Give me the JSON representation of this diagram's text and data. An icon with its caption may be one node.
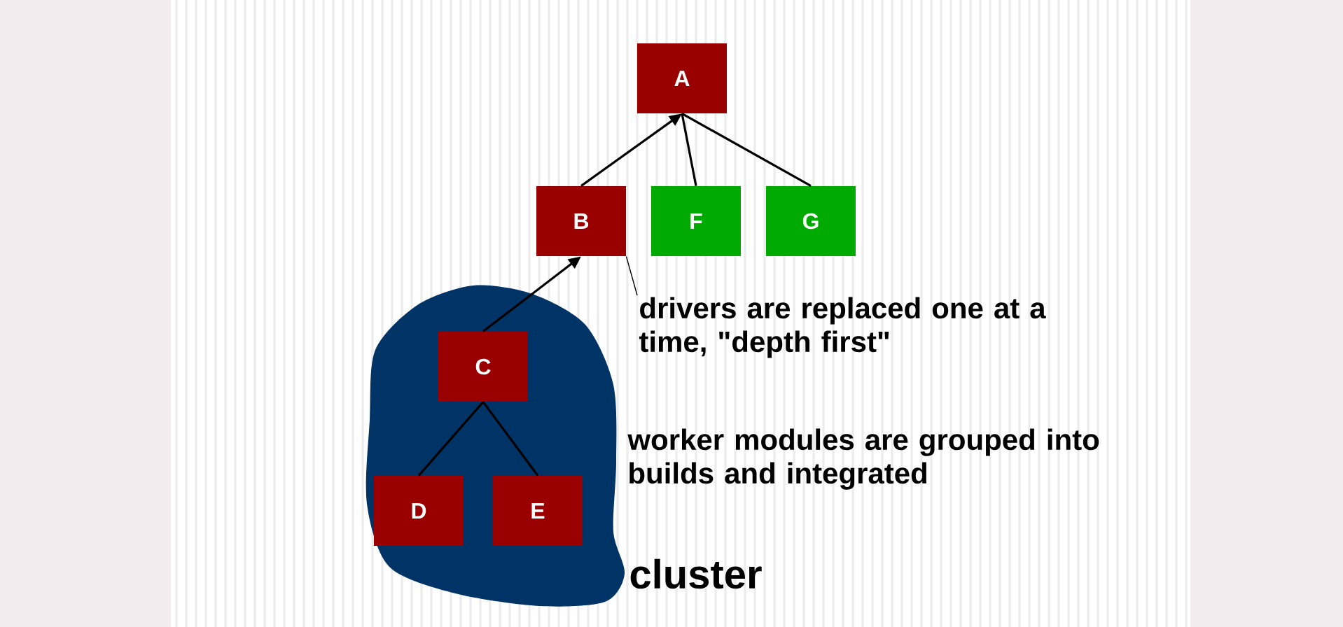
{
  "diagram": {
    "nodes": [
      {
        "text": [
          "A"
        ]
      },
      {
        "text": [
          "B"
        ]
      },
      {
        "text": [
          "F"
        ]
      },
      {
        "text": [
          "G"
        ]
      },
      {
        "text": [
          "cluster"
        ]
      },
      {
        "text": [
          "C"
        ],
        "in": 4
      },
      {
        "text": [
          "D"
        ],
        "in": 4
      },
      {
        "text": [
          "E"
        ],
        "in": 4
      },
      {
        "text": [
          "drivers are replaced one at a time, \"depth first\""
        ]
      }
    ],
    "edges": [
      {
        "from": 1,
        "to": 0,
        "arrow": "to"
      },
      {
        "from": 2,
        "to": 0,
        "arrow": "none"
      },
      {
        "from": 3,
        "to": 0,
        "arrow": "none"
      },
      {
        "from": 5,
        "to": 1,
        "arrow": "to"
      },
      {
        "from": 5,
        "to": 6,
        "arrow": "none"
      },
      {
        "from": 5,
        "to": 7,
        "arrow": "none"
      },
      {
        "from": 8,
        "to": 1,
        "arrow": "none"
      }
    ],
    "labels": [
      "worker modules are grouped into builds and integrated"
    ]
  }
}
